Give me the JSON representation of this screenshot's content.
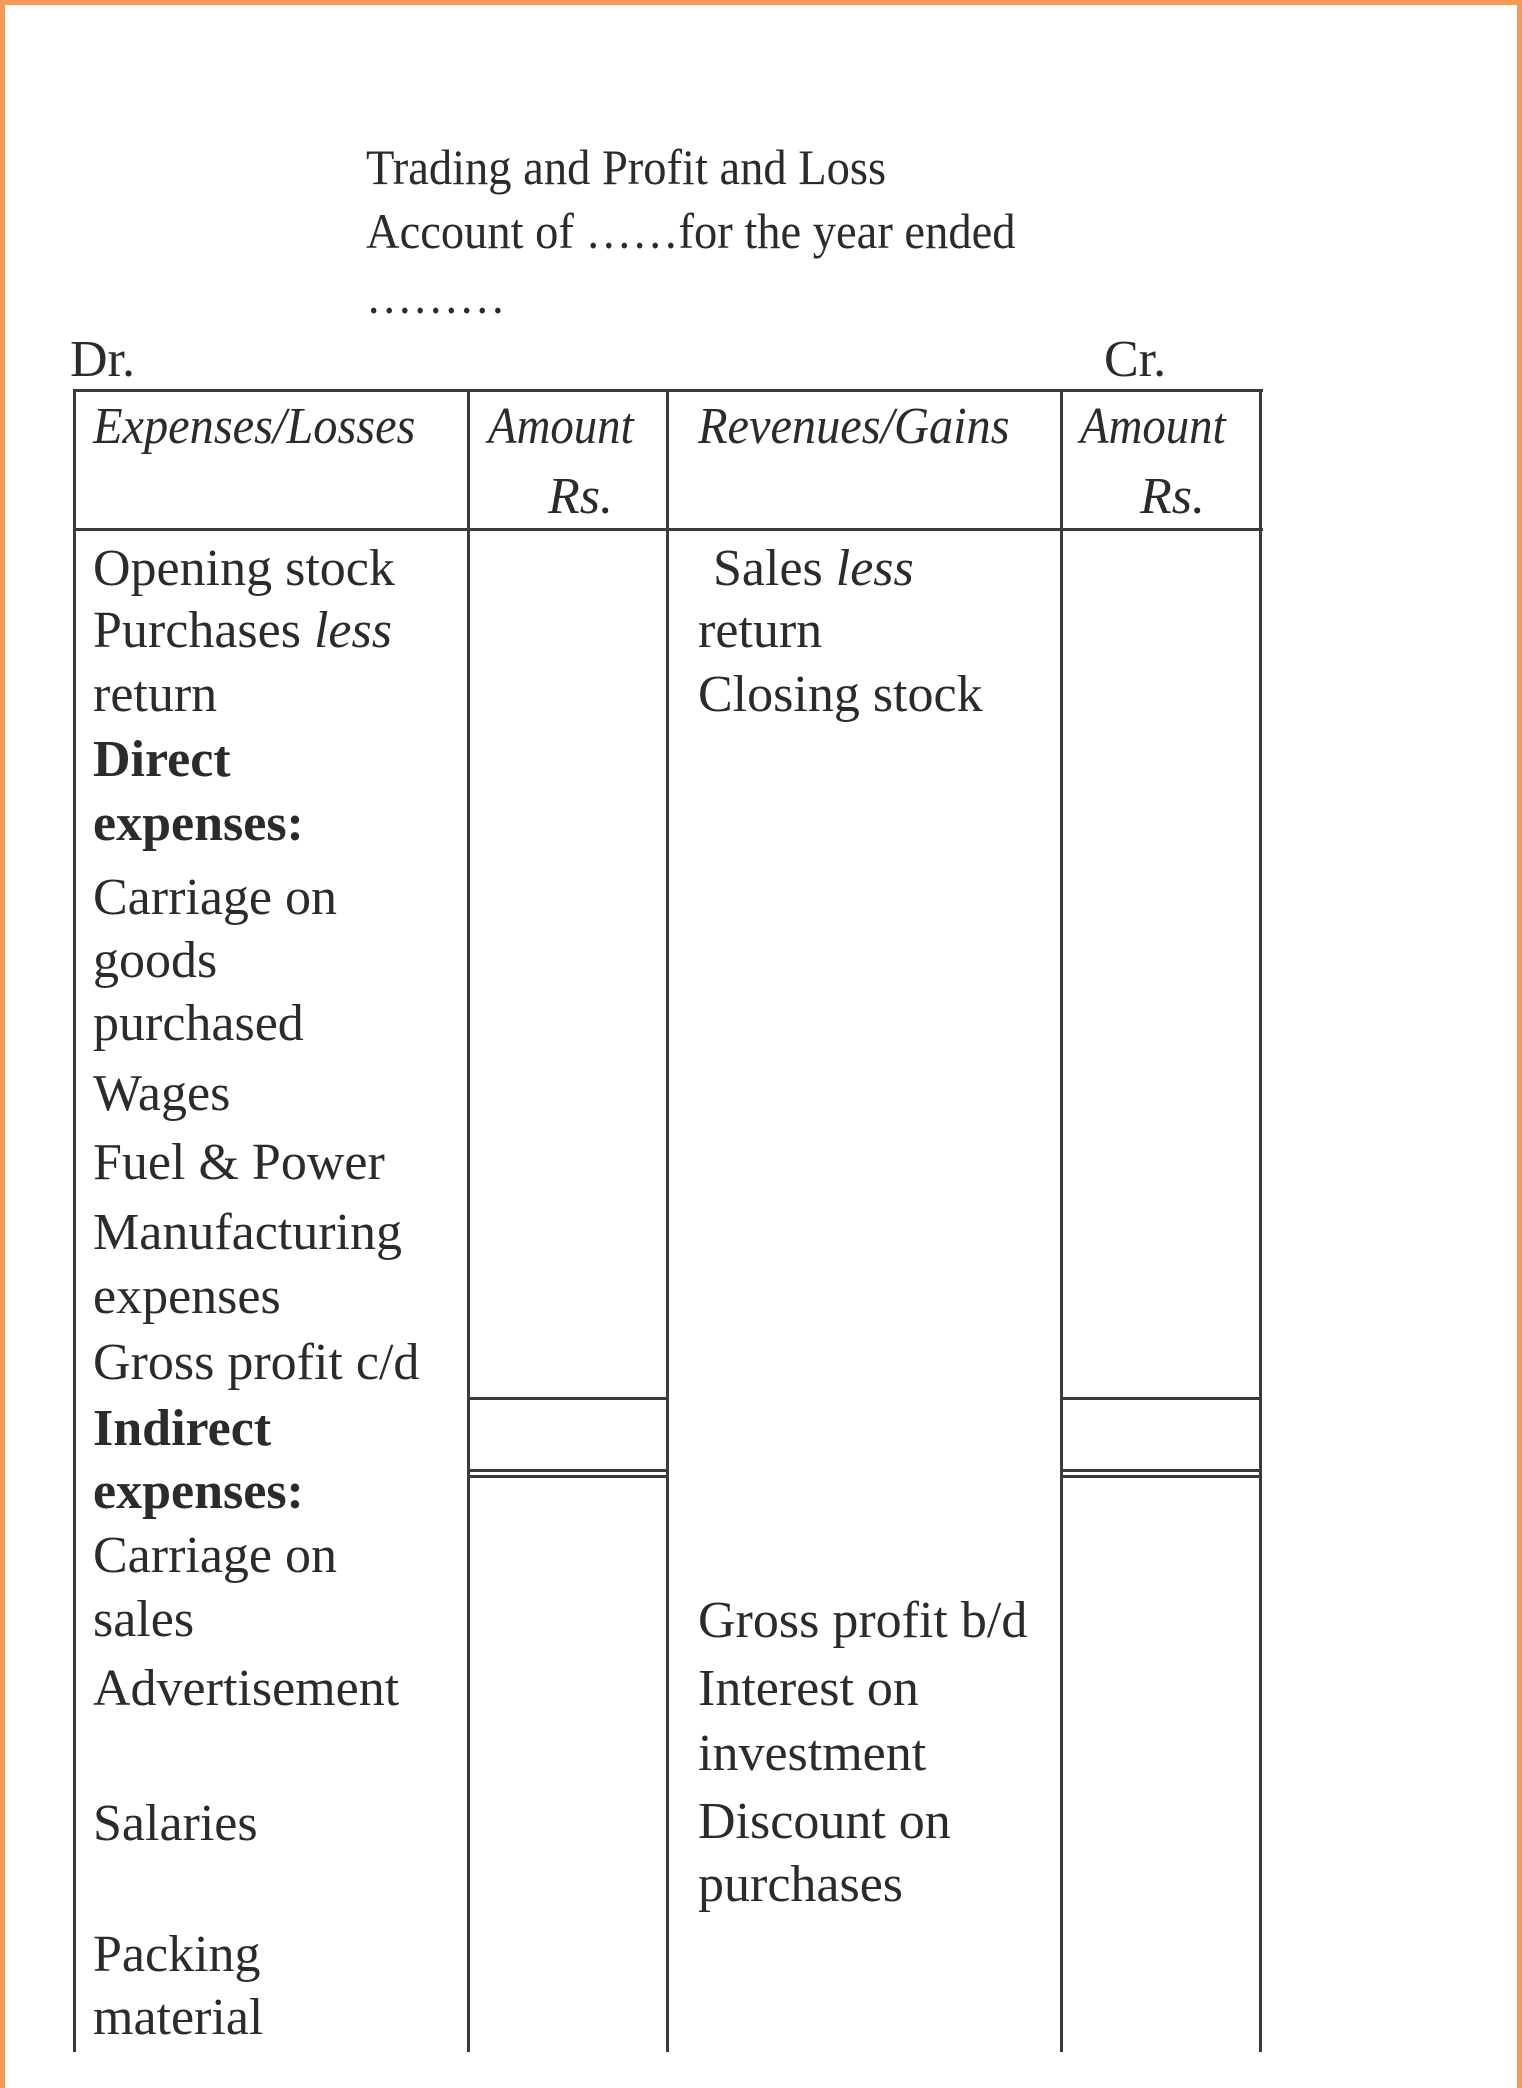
{
  "document": {
    "title_line_1": "Trading and Profit and Loss",
    "title_line_2": "Account of ……for the year ended",
    "title_line_3": "………",
    "debit_label": "Dr.",
    "credit_label": "Cr."
  },
  "table": {
    "headers": {
      "debit_particulars": "Expenses/Losses",
      "debit_amount_line1": "Amount",
      "debit_amount_line2": "Rs.",
      "credit_particulars": "Revenues/Gains",
      "credit_amount_line1": "Amount",
      "credit_amount_line2": "Rs."
    },
    "debit_lines": {
      "opening_stock": "Opening stock",
      "purchases_a": "Purchases ",
      "purchases_less": "less",
      "purchases_b": "return",
      "direct_a": "Direct",
      "direct_b": "expenses:",
      "carriage_goods_a": "Carriage on",
      "carriage_goods_b": "goods",
      "carriage_goods_c": "purchased",
      "wages": "Wages",
      "fuel_power": "Fuel & Power",
      "manufacturing_a": "Manufacturing",
      "manufacturing_b": "expenses",
      "gross_profit_cd": "Gross profit c/d",
      "indirect_a": "Indirect",
      "indirect_b": "expenses:",
      "carriage_sales_a": "Carriage on",
      "carriage_sales_b": "sales",
      "advertisement": "Advertisement",
      "salaries": "Salaries",
      "packing_a": "Packing",
      "packing_b": "material"
    },
    "credit_lines": {
      "sales_a": "Sales ",
      "sales_less": "less",
      "sales_b": "return",
      "closing_stock": "Closing stock",
      "gross_profit_bd": "Gross profit b/d",
      "interest_a": "Interest on",
      "interest_b": "investment",
      "discount_a": "Discount on",
      "discount_b": "purchases"
    }
  },
  "colors": {
    "frame": "#f39a5b",
    "rule": "#3a3a3a",
    "text": "#2b2b2b"
  }
}
